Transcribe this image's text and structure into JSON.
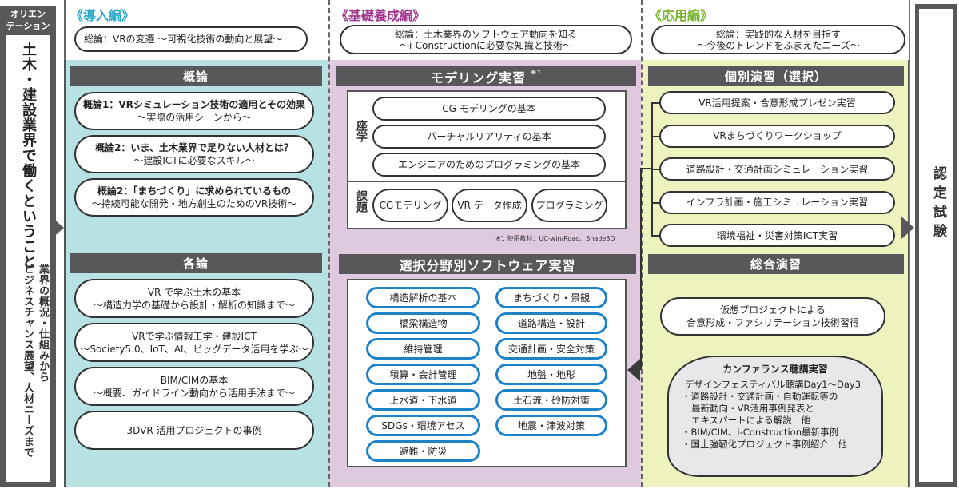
{
  "orientation": {
    "header": [
      "オリエン",
      "テーション"
    ],
    "main_text": "土木・建設業界で働くということ",
    "sub_text_1": "業界の概況・仕組みから",
    "sub_text_2": "ビジネスチャンス展望、人材ニーズまで"
  },
  "columns": {
    "intro": {
      "title": "《導入編》",
      "summary": [
        "総論：VRの変遷 〜可視化技術の動向と展望〜"
      ],
      "color": "#2aa6c6",
      "overview": {
        "title": "概論",
        "items": [
          {
            "bold": "概論1：VRシミュレーション技術の適用とその効果",
            "sub": "〜実際の活用シーンから〜"
          },
          {
            "bold": "概論2：いま、土木業界で足りない人材とは？",
            "sub": "〜建設ICTに必要なスキル〜"
          },
          {
            "bold": "概論2：「まちづくり」に求められているもの",
            "sub": "〜持続可能な開発・地方創生のためのVR技術〜"
          }
        ]
      },
      "specifics": {
        "title": "各論",
        "items": [
          {
            "main": "VR で学ぶ土木の基本",
            "sub": "〜構造力学の基礎から設計・解析の知識まで〜"
          },
          {
            "main": "VRで学ぶ情報工学・建設ICT",
            "sub": "〜Society5.0、IoT、AI、ビッグデータ活用を学ぶ〜"
          },
          {
            "main": "BIM/CIMの基本",
            "sub": "〜概要、ガイドライン動向から活用手法まで〜"
          },
          {
            "main": "3DVR 活用プロジェクトの事例",
            "sub": ""
          }
        ]
      }
    },
    "basic": {
      "title": "《基礎養成編》",
      "summary": [
        "総論：土木業界のソフトウェア動向を知る",
        "〜i-Constructionに必要な知識と技術〜"
      ],
      "color": "#a0358f",
      "modeling": {
        "title": "モデリング実習",
        "note_mark": "※1",
        "lecture_label": "座学",
        "lectures": [
          "CG モデリングの基本",
          "バーチャルリアリティの基本",
          "エンジニアのためのプログラミングの基本"
        ],
        "task_label": "課題",
        "tasks": [
          "CGモデリング",
          "VR データ作成",
          "プログラミング"
        ],
        "footnote": "※1 使用教材：UC-win/Road、Shade3D"
      },
      "software": {
        "title": "選択分野別ソフトウェア実習",
        "left": [
          "構造解析の基本",
          "橋梁構造物",
          "維持管理",
          "積算・会計管理",
          "上水道・下水道",
          "SDGs・環境アセス",
          "避難・防災"
        ],
        "right": [
          "まちづくり・景観",
          "道路構造・設計",
          "交通計画・安全対策",
          "地盤・地形",
          "土石流・砂防対策",
          "地震・津波対策"
        ]
      }
    },
    "applied": {
      "title": "《応用編》",
      "summary": [
        "総論：実践的な人材を目指す",
        "〜今後のトレンドをふまえたニーズ〜"
      ],
      "color": "#7ab62d",
      "individual": {
        "title": "個別演習（選択）",
        "items": [
          "VR活用提案・合意形成プレゼン実習",
          "VRまちづくりワークショップ",
          "道路設計・交通計画シミュレーション実習",
          "インフラ計画・施工シミュレーション実習",
          "環境福祉・災害対策ICT実習"
        ]
      },
      "comprehensive": {
        "title": "総合演習",
        "project": [
          "仮想プロジェクトによる",
          "合意形成・ファシリテーション技術習得"
        ],
        "conference": {
          "title": "カンファランス聴講実習",
          "lines": [
            "デザインフェスティバル聴講Day1〜Day3",
            "・道路設計・交通計画・自動運転等の",
            "最新動向・VR活用事例発表と",
            "エキスパートによる解説　他",
            "・BIM/CIM、i-Construction最新事例",
            "・国土強靭化プロジェクト事例紹介　他"
          ]
        }
      }
    }
  },
  "certification": {
    "label": "認定試験"
  },
  "colors": {
    "intro_bg": "#b6e2e4",
    "basic_bg": "#dfc9df",
    "applied_bg": "#eef2bf",
    "bar": "#58585a",
    "software_pill_border": "#1e82c8"
  }
}
